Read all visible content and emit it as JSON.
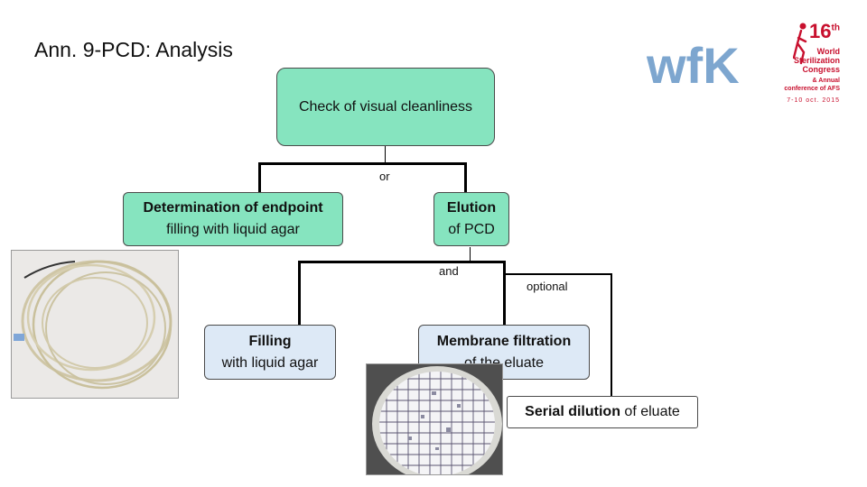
{
  "title": "Ann. 9-PCD: Analysis",
  "logos": {
    "wfk": "wfK",
    "congress": {
      "number": "16",
      "suffix": "th",
      "line1": "World",
      "line2": "Sterilization",
      "line3": "Congress",
      "line4": "& Annual",
      "line5": "conference of AFS",
      "dates": "7-10 oct. 2015"
    }
  },
  "nodes": {
    "check": {
      "text": "Check of visual cleanliness"
    },
    "endpoint": {
      "bold": "Determination of endpoint",
      "normal": "filling with liquid agar"
    },
    "elution": {
      "bold": "Elution",
      "normal": "of PCD"
    },
    "filling": {
      "bold": "Filling",
      "normal": "with liquid agar"
    },
    "membrane": {
      "bold": "Membrane filtration",
      "normal": "of the eluate"
    },
    "serial": {
      "bold": "Serial dilution",
      "normal": "of eluate"
    }
  },
  "labels": {
    "or": "or",
    "and": "and",
    "optional": "optional"
  },
  "colors": {
    "green": "#86e4bf",
    "blue": "#dde9f6",
    "wfk_blue": "#7da6cf",
    "logo_red": "#c8102e"
  }
}
